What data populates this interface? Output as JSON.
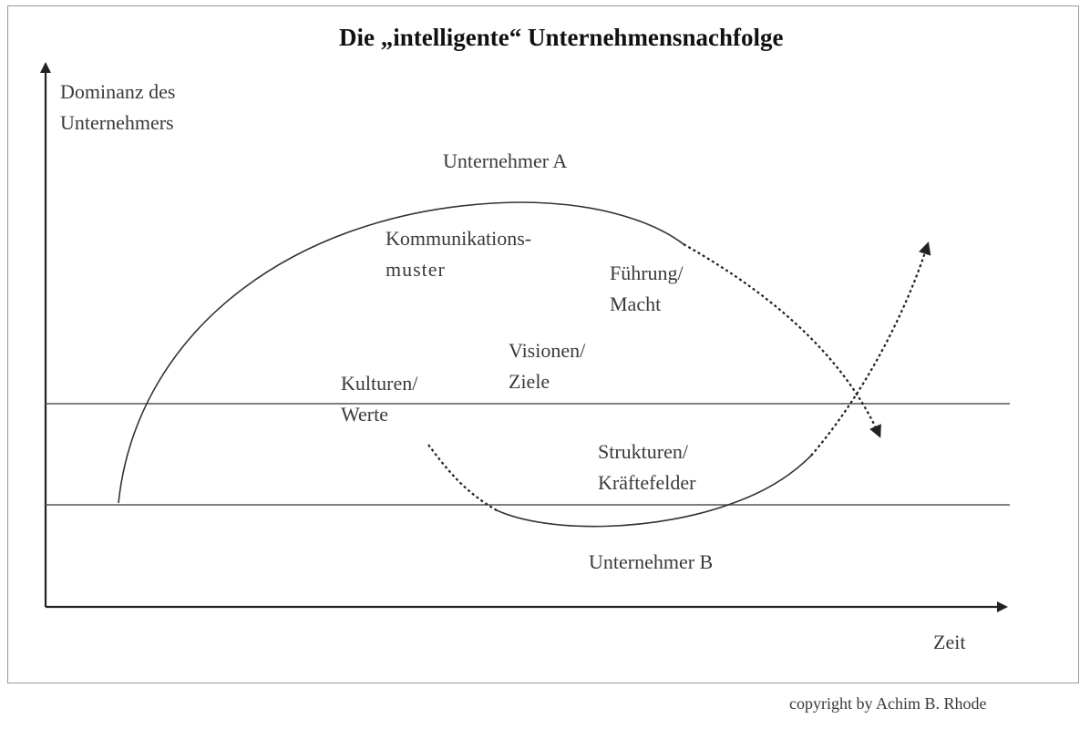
{
  "title": "Die „intelligente“ Unternehmensnachfolge",
  "y_axis_label": [
    "Dominanz des",
    "Unternehmers"
  ],
  "x_axis_label": "Zeit",
  "curve_a_label": "Unternehmer A",
  "curve_b_label": "Unternehmer B",
  "factors": {
    "kommunikation": [
      "Kommunikations-",
      "muster"
    ],
    "fuehrung": [
      "Führung/",
      "Macht"
    ],
    "visionen": [
      "Visionen/",
      "Ziele"
    ],
    "kulturen": [
      "Kulturen/",
      "Werte"
    ],
    "strukturen": [
      "Strukturen/",
      "Kräftefelder"
    ]
  },
  "copyright": "copyright by Achim B. Rhode"
}
